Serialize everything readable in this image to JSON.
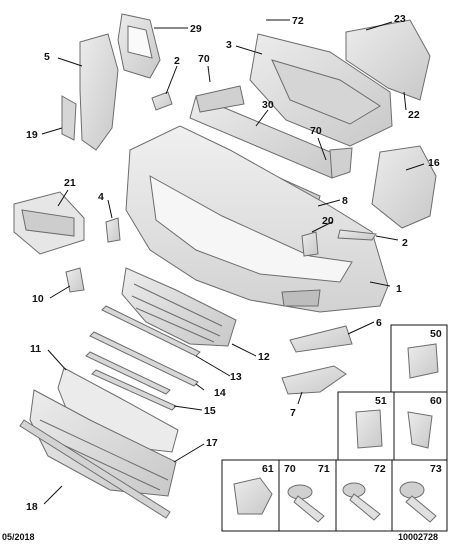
{
  "diagram": {
    "footer": {
      "date": "05/2018",
      "reference": "10002728"
    },
    "callouts": {
      "c1": "1",
      "c2a": "2",
      "c2b": "2",
      "c3": "3",
      "c4": "4",
      "c5": "5",
      "c6": "6",
      "c7": "7",
      "c8": "8",
      "c10": "10",
      "c11": "11",
      "c12": "12",
      "c13": "13",
      "c14": "14",
      "c15": "15",
      "c16": "16",
      "c17": "17",
      "c18": "18",
      "c19": "19",
      "c20": "20",
      "c21": "21",
      "c22": "22",
      "c23": "23",
      "c29": "29",
      "c30": "30",
      "c70a": "70",
      "c70b": "70",
      "c72": "72"
    },
    "inset_labels": {
      "i50": "50",
      "i51": "51",
      "i60": "60",
      "i61": "61",
      "i70": "70",
      "i71": "71",
      "i72": "72",
      "i73": "73"
    },
    "colors": {
      "part_fill": "#e2e2e2",
      "part_shade": "#c9c9c9",
      "line": "#111111"
    }
  }
}
